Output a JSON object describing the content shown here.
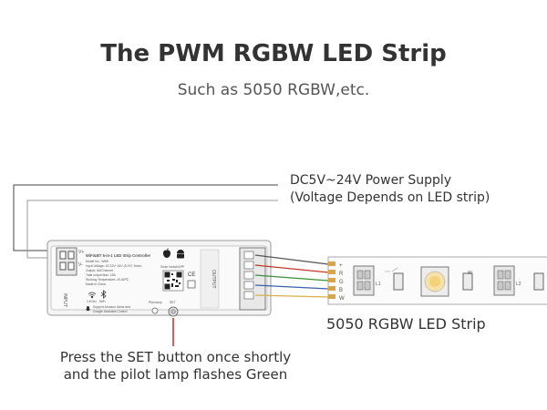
{
  "title": "The PWM RGBW LED Strip",
  "subtitle": "Such as 5050 RGBW,etc.",
  "power_supply": {
    "line1": "DC5V~24V Power Supply",
    "line2": "(Voltage Depends on LED strip)"
  },
  "controller": {
    "heading": "WiFi&BT 5-in-1 LED Strip Controller",
    "model": "Model No.: WB5",
    "input_voltage": "Input Voltage: DC12V~24V (5-3*2. 5mm)",
    "output": "Output: 6A/Channel",
    "total_output": "Total output Max: 15A",
    "working_temp": "Working Temperature:-20-60℃",
    "made_in": "Made in China",
    "scan_text": "Scan install APP",
    "wifi_label": "2.4GHz",
    "wifi_label2": "WiFi",
    "support_line1": "Support Amazon Alexa and",
    "support_line2": "Google Assistant Control",
    "pilot_lamp": "Pilot lamp",
    "set_label": "SET",
    "output_label": "OUTPUT",
    "input_label": "INPUT",
    "terminal_v_plus": "V+",
    "terminal_v_minus": "V-"
  },
  "strip": {
    "label": "5050 RGBW LED Strip",
    "pins": [
      "+",
      "R",
      "G",
      "B",
      "W"
    ],
    "marks": [
      "L1",
      "W",
      "L2"
    ]
  },
  "note": {
    "line1": "Press the SET button once shortly",
    "line2": "and the pilot lamp flashes Green"
  },
  "colors": {
    "wire_positive": "#555555",
    "wire_red": "#c0392b",
    "wire_green": "#3a8f3a",
    "wire_blue": "#3a5fb0",
    "wire_white": "#d4b24a",
    "accent_red": "#d1262b"
  },
  "icons": [
    "apple-icon",
    "android-icon",
    "qr-code-icon",
    "wifi-icon",
    "bluetooth-icon",
    "microphone-icon",
    "ce-mark-icon",
    "set-button-icon"
  ]
}
